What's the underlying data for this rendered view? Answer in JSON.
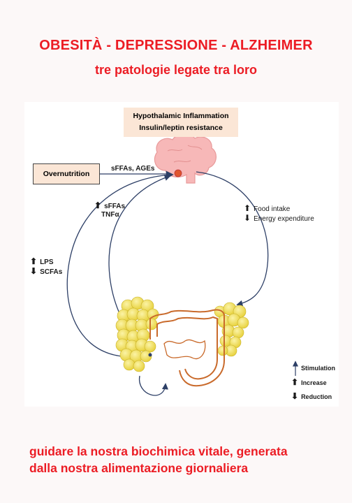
{
  "header": {
    "title": "OBESITÀ - DEPRESSIONE - ALZHEIMER",
    "subtitle": "tre patologie legate tra loro"
  },
  "diagram": {
    "hypothalamic_box": {
      "line1": "Hypothalamic Inflammation",
      "line2": "Insulin/leptin resistance"
    },
    "overnutrition": "Overnutrition",
    "sffas_ages": "sFFAs, AGEs",
    "left_inner": {
      "line1": "sFFAs",
      "line2": "TNFα"
    },
    "left_outer": {
      "line1": "LPS",
      "line2": "SCFAs"
    },
    "right": {
      "line1": "Food intake",
      "line2": "Energy expenditure"
    },
    "legend": {
      "stimulation": "Stimulation",
      "increase": "Increase",
      "reduction": "Reduction"
    },
    "colors": {
      "brain": "#f7b8b8",
      "fat": "#f2e15a",
      "intestine": "#c96a2b",
      "arrows": "#2d3f66",
      "box_fill": "#fbe6d6"
    }
  },
  "footer": {
    "line1": "guidare la nostra biochimica vitale, generata",
    "line2": "dalla nostra alimentazione giornaliera"
  }
}
